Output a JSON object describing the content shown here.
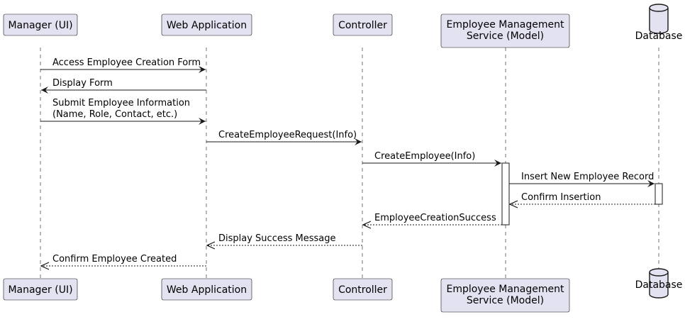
{
  "participants": [
    {
      "id": "manager",
      "lines": [
        "Manager (UI)"
      ]
    },
    {
      "id": "webapp",
      "lines": [
        "Web Application"
      ]
    },
    {
      "id": "controller",
      "lines": [
        "Controller"
      ]
    },
    {
      "id": "service",
      "lines": [
        "Employee Management",
        "Service (Model)"
      ]
    },
    {
      "id": "database",
      "lines": [
        "Database"
      ]
    }
  ],
  "messages": [
    {
      "lines": [
        "Access Employee Creation Form"
      ],
      "from": "manager",
      "to": "webapp",
      "style": "solid"
    },
    {
      "lines": [
        "Display Form"
      ],
      "from": "webapp",
      "to": "manager",
      "style": "solid"
    },
    {
      "lines": [
        "Submit Employee Information",
        "(Name, Role, Contact, etc.)"
      ],
      "from": "manager",
      "to": "webapp",
      "style": "solid"
    },
    {
      "lines": [
        "CreateEmployeeRequest(Info)"
      ],
      "from": "webapp",
      "to": "controller",
      "style": "solid"
    },
    {
      "lines": [
        "CreateEmployee(Info)"
      ],
      "from": "controller",
      "to": "service",
      "style": "solid"
    },
    {
      "lines": [
        "Insert New Employee Record"
      ],
      "from": "service",
      "to": "database",
      "style": "solid"
    },
    {
      "lines": [
        "Confirm Insertion"
      ],
      "from": "database",
      "to": "service",
      "style": "dashed"
    },
    {
      "lines": [
        "EmployeeCreationSuccess"
      ],
      "from": "service",
      "to": "controller",
      "style": "dashed"
    },
    {
      "lines": [
        "Display Success Message"
      ],
      "from": "controller",
      "to": "webapp",
      "style": "dashed"
    },
    {
      "lines": [
        "Confirm Employee Created"
      ],
      "from": "webapp",
      "to": "manager",
      "style": "dashed"
    }
  ],
  "colors": {
    "participant_fill": "#E2E2F0",
    "participant_stroke": "#181818",
    "lifeline": "#181818",
    "activation_fill": "#ffffff"
  }
}
